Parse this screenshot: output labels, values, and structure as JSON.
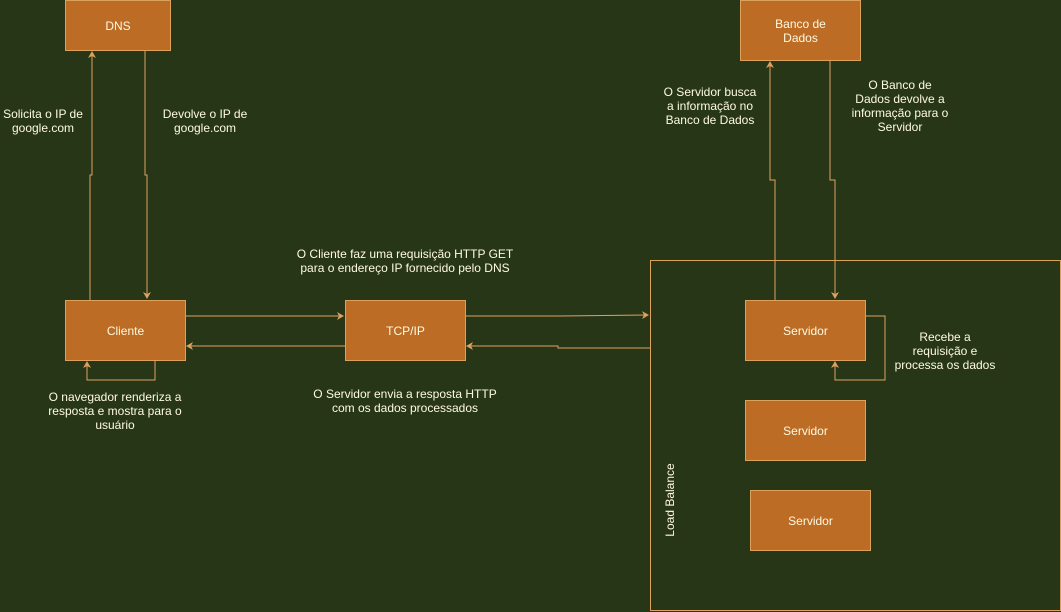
{
  "nodes": {
    "dns": "DNS",
    "banco": "Banco de\nDados",
    "cliente": "Cliente",
    "tcpip": "TCP/IP",
    "servidor_1": "Servidor",
    "servidor_2": "Servidor",
    "servidor_3": "Servidor"
  },
  "group": {
    "label": "Load Balance"
  },
  "labels": {
    "solicita_ip": "Solicita o IP de\ngoogle.com",
    "devolve_ip": "Devolve o IP de\ngoogle.com",
    "cliente_requisicao": "O Cliente faz uma requisição HTTP GET\npara o endereço IP fornecido pelo DNS",
    "servidor_resposta": "O Servidor envia a resposta HTTP\ncom os dados processados",
    "navegador": "O navegador renderiza a\nresposta e mostra para o\nusuário",
    "servidor_busca": "O Servidor busca\na informação no\nBanco de Dados",
    "banco_devolve": "O Banco de\nDados devolve a\ninformação para o\nServidor",
    "recebe_requisicao": "Recebe a\nrequisição e\nprocessa os dados"
  },
  "colors": {
    "background": "#283618",
    "node_fill": "#BC6C25",
    "node_stroke": "#DDA15E",
    "text": "#FEFAE0",
    "edge": "#DDA15E"
  }
}
